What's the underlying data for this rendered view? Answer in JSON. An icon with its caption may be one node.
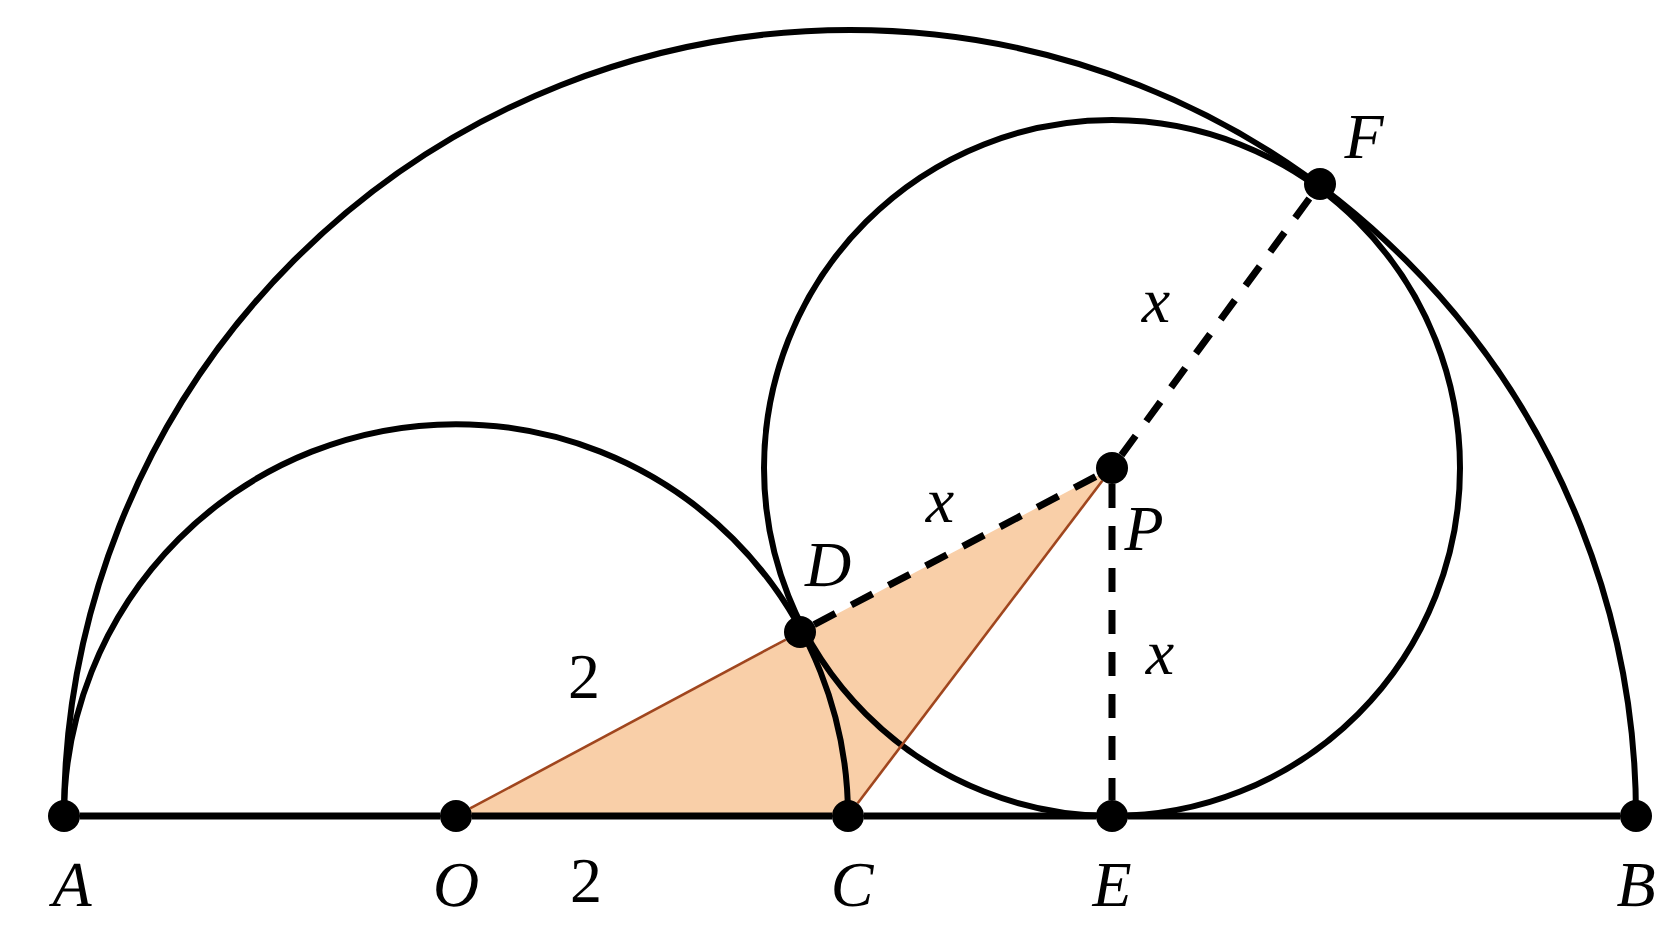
{
  "diagram": {
    "nodes": [
      {
        "text": [],
        "shape": "circle",
        "beside": [
          "F"
        ]
      },
      {
        "text": [],
        "shape": "circle",
        "beside": [
          "P"
        ]
      },
      {
        "text": [],
        "shape": "circle",
        "beside": [
          "D"
        ]
      },
      {
        "text": [],
        "shape": "circle",
        "beside": [
          "A"
        ]
      },
      {
        "text": [],
        "shape": "circle",
        "beside": [
          "O"
        ]
      },
      {
        "text": [],
        "shape": "circle",
        "beside": [
          "C"
        ]
      },
      {
        "text": [],
        "shape": "circle",
        "beside": [
          "E"
        ]
      },
      {
        "text": [],
        "shape": "circle",
        "beside": [
          "B"
        ]
      }
    ],
    "edges": [
      {
        "from": 3,
        "to": 4,
        "arrow": "none"
      },
      {
        "from": 4,
        "to": 5,
        "arrow": "none",
        "label": "2"
      },
      {
        "from": 5,
        "to": 6,
        "arrow": "none"
      },
      {
        "from": 6,
        "to": 7,
        "arrow": "none"
      },
      {
        "from": 4,
        "to": 2,
        "arrow": "none",
        "label": "2",
        "color": "#a0461e"
      },
      {
        "from": 2,
        "to": 1,
        "arrow": "none",
        "label": "x",
        "style": "dashed"
      },
      {
        "from": 1,
        "to": 0,
        "arrow": "none",
        "label": "x",
        "style": "dashed"
      },
      {
        "from": 1,
        "to": 6,
        "arrow": "none",
        "label": "x",
        "style": "dashed"
      },
      {
        "from": 1,
        "to": 5,
        "arrow": "none",
        "color": "#a0461e"
      }
    ]
  }
}
